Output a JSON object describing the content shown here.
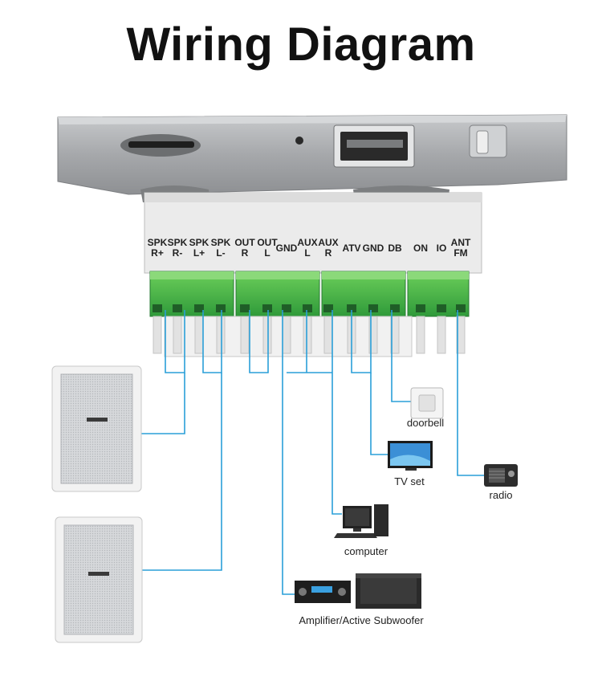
{
  "title": "Wiring Diagram",
  "terminals": [
    {
      "line1": "SPK",
      "line2": "R+"
    },
    {
      "line1": "SPK",
      "line2": "R-"
    },
    {
      "line1": "SPK",
      "line2": "L+"
    },
    {
      "line1": "SPK",
      "line2": "L-"
    },
    {
      "line1": "OUT",
      "line2": "R"
    },
    {
      "line1": "OUT",
      "line2": "L"
    },
    {
      "line1": "GND",
      "line2": ""
    },
    {
      "line1": "AUX",
      "line2": "L"
    },
    {
      "line1": "AUX",
      "line2": "R"
    },
    {
      "line1": "ATV",
      "line2": ""
    },
    {
      "line1": "GND",
      "line2": ""
    },
    {
      "line1": "DB",
      "line2": ""
    },
    {
      "line1": "ON",
      "line2": ""
    },
    {
      "line1": "IO",
      "line2": ""
    },
    {
      "line1": "ANT",
      "line2": "FM"
    }
  ],
  "devices": {
    "doorbell": "doorbell",
    "tv": "TV set",
    "radio": "radio",
    "computer": "computer",
    "amplifier": "Amplifier/Active Subwoofer"
  },
  "colors": {
    "wire": "#2a9fd8",
    "connector": "#4caf50",
    "panel": "#a9abae"
  }
}
